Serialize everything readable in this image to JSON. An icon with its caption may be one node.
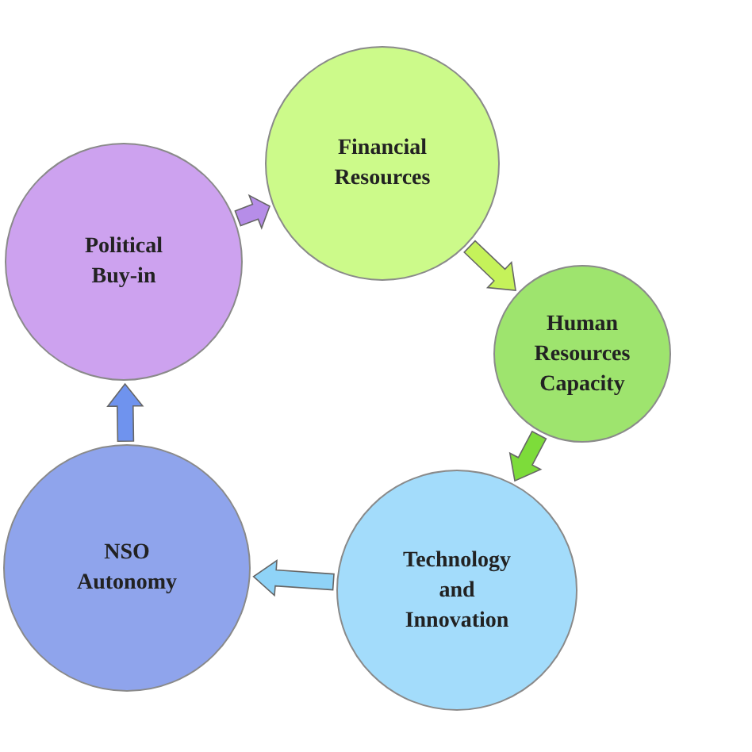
{
  "diagram": {
    "nodes": [
      {
        "text": [
          "Financial Resources"
        ]
      },
      {
        "text": [
          "Human Resources Capacity"
        ]
      },
      {
        "text": [
          "Technology and Innovation"
        ]
      },
      {
        "text": [
          "NSO Autonomy"
        ]
      },
      {
        "text": [
          "Political Buy-in"
        ]
      }
    ],
    "edges": [
      {
        "from": 4,
        "to": 0,
        "arrow": "to",
        "color": "#b68de8"
      },
      {
        "from": 0,
        "to": 1,
        "arrow": "to",
        "color": "#c5f25a"
      },
      {
        "from": 1,
        "to": 2,
        "arrow": "to",
        "color": "#7ddc3a"
      },
      {
        "from": 2,
        "to": 3,
        "arrow": "to",
        "color": "#8fd3f7"
      },
      {
        "from": 3,
        "to": 4,
        "arrow": "to",
        "color": "#6f93ee"
      }
    ]
  }
}
